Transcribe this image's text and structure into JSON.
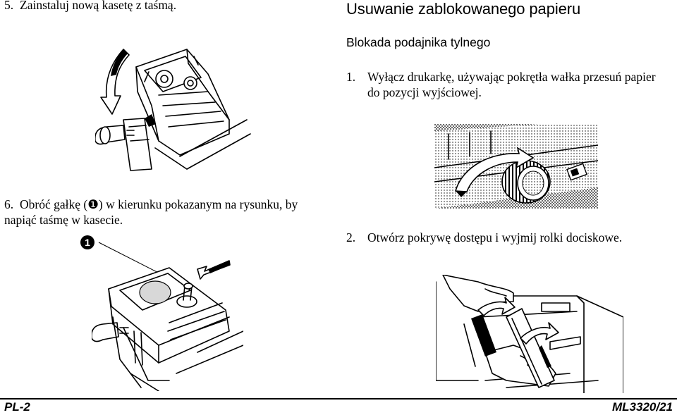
{
  "left_column": {
    "step5": {
      "number": "5.",
      "text": "Zainstaluj nową kasetę z taśmą."
    },
    "step6": {
      "number": "6.",
      "line1": "Obróć gałkę (❶) w kierunku pokazanym na rysunku, by",
      "line2": "napiąć taśmę w kasecie."
    },
    "callout_label": "1"
  },
  "right_column": {
    "section_title": "Usuwanie zablokowanego papieru",
    "subsection_title": "Blokada podajnika tylnego",
    "step1": {
      "number": "1.",
      "line1": "Wyłącz drukarkę, używając  pokrętła wałka przesuń papier",
      "line2": "do pozycji wyjściowej."
    },
    "step2": {
      "number": "2.",
      "text": "Otwórz pokrywę dostępu i wyjmij rolki dociskowe."
    }
  },
  "footer": {
    "left": "PL-2",
    "right": "ML3320/21"
  },
  "icons": [
    "ribbon-cassette-install-illustration",
    "ribbon-knob-tension-illustration",
    "platen-knob-illustration",
    "access-cover-illustration",
    "curved-arrow-icon"
  ]
}
